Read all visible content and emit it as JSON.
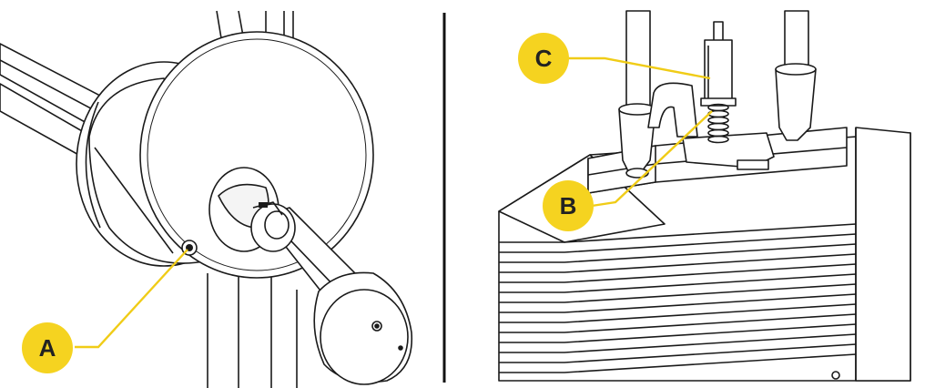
{
  "callouts": {
    "a": {
      "letter": "A"
    },
    "b": {
      "letter": "B"
    },
    "c": {
      "letter": "C"
    }
  },
  "colors": {
    "callout_fill": "#f5d320",
    "leader_line": "#f0cc17",
    "ink": "#1a1a1a",
    "divider": "#111111",
    "background": "#ffffff"
  },
  "icons": {
    "left_panel": "pulley-with-crank-handle",
    "right_panel": "weight-stack-with-selector-pin"
  }
}
